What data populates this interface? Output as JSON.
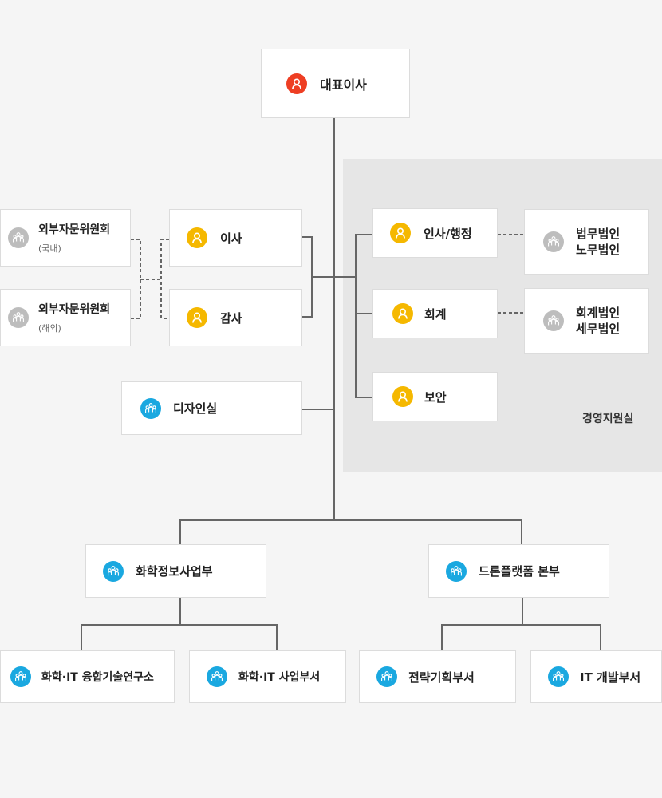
{
  "ceo": {
    "label": "대표이사",
    "color": "#ee3e23",
    "icon": "person-icon"
  },
  "support_group": {
    "label": "경영지원실"
  },
  "advisory": {
    "domestic": {
      "title": "외부자문위원회",
      "sub": "(국내)"
    },
    "overseas": {
      "title": "외부자문위원회",
      "sub": "(해외)"
    },
    "color": "#bdbdbd",
    "icon": "group-icon"
  },
  "board": {
    "director": "이사",
    "auditor": "감사",
    "color": "#f5b800",
    "icon": "person-icon"
  },
  "design_office": {
    "label": "디자인실",
    "color": "#1aa8e0",
    "icon": "group-icon"
  },
  "support_units": {
    "hr": "인사/행정",
    "accounting": "회계",
    "security": "보안",
    "color": "#f5b800",
    "icon": "person-icon"
  },
  "partners": {
    "law_line1": "법무법인",
    "law_line2": "노무법인",
    "acct_line1": "회계법인",
    "acct_line2": "세무법인",
    "color": "#bdbdbd",
    "icon": "group-icon"
  },
  "divisions": {
    "chem": "화학정보사업부",
    "drone": "드론플랫폼 본부",
    "color": "#1aa8e0",
    "icon": "group-icon"
  },
  "teams": {
    "chem_lab": "화학·IT 융합기술연구소",
    "chem_biz": "화학·IT 사업부서",
    "strategy": "전략기획부서",
    "it_dev": "IT 개발부서",
    "color": "#1aa8e0",
    "icon": "group-icon"
  }
}
